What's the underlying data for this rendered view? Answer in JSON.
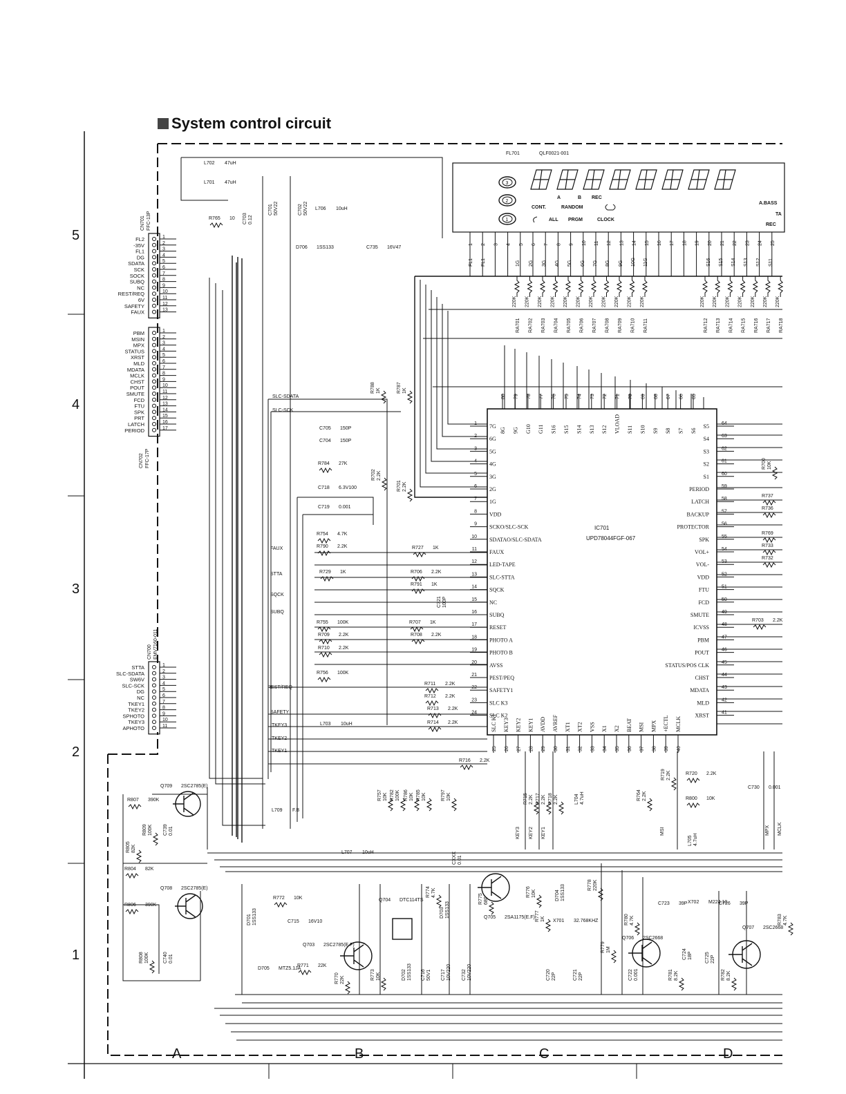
{
  "title": "System control circuit",
  "row_labels": [
    "5",
    "4",
    "3",
    "2",
    "1"
  ],
  "col_labels": [
    "A",
    "B",
    "C",
    "D"
  ],
  "connectors": {
    "cn701": {
      "ref": "CN701",
      "type": "FFC-13P",
      "pins": [
        "FL2",
        "-35V",
        "FL1",
        "DG",
        "SDATA",
        "SCK",
        "SOCK",
        "SUBQ",
        "NC",
        "REST/REQ",
        "6V",
        "SAFETY",
        "FAUX"
      ]
    },
    "cn702": {
      "ref": "CN702",
      "type": "FFC-17P",
      "pins": [
        "PBM",
        "MSIN",
        "MPX",
        "STATUS",
        "XRST",
        "MLD",
        "MDATA",
        "MCLK",
        "CHST",
        "POUT",
        "SMUTE",
        "FCD",
        "FTU",
        "SPK",
        "PRT",
        "LATCH",
        "PERIOD"
      ]
    },
    "cn700": {
      "ref": "CN700",
      "type": "EMV7160-011",
      "pins": [
        "STTA",
        "SLC-SDATA",
        "SW6V",
        "SLC-SCK",
        "DG",
        "NC",
        "TKEY1",
        "TKEY2",
        "SPHOTO",
        "TKEY3",
        "APHOTO"
      ]
    }
  },
  "display": {
    "ref": "FL701",
    "part": "QLF0021-001",
    "symbols": [
      "A",
      "B",
      "REC",
      "CONT.",
      "RANDOM",
      "ALL",
      "PRGM",
      "CLOCK",
      "A.BASS",
      "TA",
      "REC"
    ],
    "pins": [
      "1",
      "2",
      "3",
      "4",
      "5",
      "6",
      "7",
      "8",
      "9",
      "10",
      "11",
      "12",
      "13",
      "14",
      "15",
      "16",
      "17",
      "18",
      "19",
      "20",
      "21",
      "22",
      "23",
      "24",
      "25"
    ],
    "pin_names": [
      "FL1",
      "FL1",
      "1G",
      "2G",
      "3G",
      "4G",
      "5G",
      "6G",
      "7G",
      "8G",
      "9G",
      "10G",
      "11G",
      "S16",
      "S15",
      "S14",
      "S13",
      "S12",
      "S11"
    ],
    "ra": [
      "RA701",
      "RA702",
      "RA703",
      "RA704",
      "RA705",
      "RA706",
      "RA707",
      "RA708",
      "RA709",
      "RA710",
      "RA711",
      "RA712",
      "RA713",
      "RA714",
      "RA715",
      "RA716",
      "RA717",
      "RA718"
    ],
    "ra_value": "220K"
  },
  "ic": {
    "ref": "IC701",
    "part": "UPD78044FGF-067",
    "left_pins": [
      {
        "n": "1",
        "name": "7G"
      },
      {
        "n": "2",
        "name": "6G"
      },
      {
        "n": "3",
        "name": "5G"
      },
      {
        "n": "4",
        "name": "4G"
      },
      {
        "n": "5",
        "name": "3G"
      },
      {
        "n": "6",
        "name": "2G"
      },
      {
        "n": "7",
        "name": "1G"
      },
      {
        "n": "8",
        "name": "VDD"
      },
      {
        "n": "9",
        "name": "SCKO/SLC-SCK"
      },
      {
        "n": "10",
        "name": "SDATAO/SLC-SDATA"
      },
      {
        "n": "11",
        "name": "FAUX"
      },
      {
        "n": "12",
        "name": "LED-TAPE"
      },
      {
        "n": "13",
        "name": "SLC-STTA"
      },
      {
        "n": "14",
        "name": "SQCK"
      },
      {
        "n": "15",
        "name": "NC"
      },
      {
        "n": "16",
        "name": "SUBQ"
      },
      {
        "n": "17",
        "name": "RESET"
      },
      {
        "n": "18",
        "name": "PHOTO A"
      },
      {
        "n": "19",
        "name": "PHOTO B"
      },
      {
        "n": "20",
        "name": "AVSS"
      },
      {
        "n": "21",
        "name": "PEST/PEQ"
      },
      {
        "n": "22",
        "name": "SAFETY1"
      },
      {
        "n": "23",
        "name": "SLC K3"
      },
      {
        "n": "24",
        "name": "SLC K2"
      }
    ],
    "right_pins": [
      {
        "n": "64",
        "name": "S5"
      },
      {
        "n": "63",
        "name": "S4"
      },
      {
        "n": "62",
        "name": "S3"
      },
      {
        "n": "61",
        "name": "S2"
      },
      {
        "n": "60",
        "name": "S1"
      },
      {
        "n": "59",
        "name": "PERIOD"
      },
      {
        "n": "58",
        "name": "LATCH"
      },
      {
        "n": "57",
        "name": "BACKUP"
      },
      {
        "n": "56",
        "name": "PROTECTOR"
      },
      {
        "n": "55",
        "name": "SPK"
      },
      {
        "n": "54",
        "name": "VOL+"
      },
      {
        "n": "53",
        "name": "VOL-"
      },
      {
        "n": "52",
        "name": "VDD"
      },
      {
        "n": "51",
        "name": "FTU"
      },
      {
        "n": "50",
        "name": "FCD"
      },
      {
        "n": "49",
        "name": "SMUTE"
      },
      {
        "n": "48",
        "name": "ICVSS"
      },
      {
        "n": "47",
        "name": "PBM"
      },
      {
        "n": "46",
        "name": "POUT"
      },
      {
        "n": "45",
        "name": "STATUS/POS CLK"
      },
      {
        "n": "44",
        "name": "CHST"
      },
      {
        "n": "43",
        "name": "MDATA"
      },
      {
        "n": "42",
        "name": "MLD"
      },
      {
        "n": "41",
        "name": "XRST"
      }
    ],
    "top_pins": [
      {
        "n": "80",
        "name": "8G"
      },
      {
        "n": "79",
        "name": "9G"
      },
      {
        "n": "78",
        "name": "G10"
      },
      {
        "n": "77",
        "name": "G11"
      },
      {
        "n": "76",
        "name": "S16"
      },
      {
        "n": "75",
        "name": "S15"
      },
      {
        "n": "74",
        "name": "S14"
      },
      {
        "n": "73",
        "name": "S13"
      },
      {
        "n": "72",
        "name": "S12"
      },
      {
        "n": "71",
        "name": "VLOAD"
      },
      {
        "n": "70",
        "name": "S11"
      },
      {
        "n": "69",
        "name": "S10"
      },
      {
        "n": "68",
        "name": "S9"
      },
      {
        "n": "67",
        "name": "S8"
      },
      {
        "n": "66",
        "name": "S7"
      },
      {
        "n": "65",
        "name": "S6"
      }
    ],
    "bottom_pins": [
      {
        "n": "25",
        "name": "SLC K1"
      },
      {
        "n": "26",
        "name": "KEY3"
      },
      {
        "n": "27",
        "name": "KEY2"
      },
      {
        "n": "28",
        "name": "KEY1"
      },
      {
        "n": "29",
        "name": "AVDD"
      },
      {
        "n": "30",
        "name": "AVREF"
      },
      {
        "n": "31",
        "name": "XT1"
      },
      {
        "n": "32",
        "name": "XT2"
      },
      {
        "n": "33",
        "name": "VSS"
      },
      {
        "n": "34",
        "name": "X1"
      },
      {
        "n": "35",
        "name": "X2"
      },
      {
        "n": "36",
        "name": "BEAT"
      },
      {
        "n": "37",
        "name": "MSI"
      },
      {
        "n": "38",
        "name": "MPX"
      },
      {
        "n": "39",
        "name": "+ECTL"
      },
      {
        "n": "40",
        "name": "MCLK"
      }
    ]
  },
  "nets": [
    "SLC-SDATA",
    "SLC-SCK",
    "FAUX",
    "STTA",
    "SQCK",
    "SUBQ",
    "REST/REQ",
    "SAFETY",
    "TKEY3",
    "TKEY2",
    "TKEY1",
    "KEY3",
    "KEY2",
    "KEY1",
    "MSI",
    "MPX",
    "MCLK"
  ],
  "components": [
    {
      "ref": "L702",
      "value": "47uH"
    },
    {
      "ref": "L701",
      "value": "47uH"
    },
    {
      "ref": "C703",
      "value": "0.12"
    },
    {
      "ref": "C701",
      "value": "50V22"
    },
    {
      "ref": "C702",
      "value": "50V22"
    },
    {
      "ref": "L706",
      "value": "10uH"
    },
    {
      "ref": "R765",
      "value": "10"
    },
    {
      "ref": "D706",
      "value": "1SS133"
    },
    {
      "ref": "C735",
      "value": "16V47"
    },
    {
      "ref": "R788",
      "value": "1K"
    },
    {
      "ref": "R787",
      "value": "1K"
    },
    {
      "ref": "C705",
      "value": "150P"
    },
    {
      "ref": "C704",
      "value": "150P"
    },
    {
      "ref": "R784",
      "value": "27K"
    },
    {
      "ref": "R702",
      "value": "2.2K"
    },
    {
      "ref": "R701",
      "value": "2.2K"
    },
    {
      "ref": "C718",
      "value": "6.3V100"
    },
    {
      "ref": "C719",
      "value": "0.001"
    },
    {
      "ref": "R754",
      "value": "4.7K"
    },
    {
      "ref": "R790",
      "value": "2.2K"
    },
    {
      "ref": "R727",
      "value": "1K"
    },
    {
      "ref": "R729",
      "value": "1K"
    },
    {
      "ref": "R706",
      "value": "2.2K"
    },
    {
      "ref": "R791",
      "value": "1K"
    },
    {
      "ref": "C721",
      "value": "100P"
    },
    {
      "ref": "R755",
      "value": "100K"
    },
    {
      "ref": "R707",
      "value": "1K"
    },
    {
      "ref": "R709",
      "value": "2.2K"
    },
    {
      "ref": "R708",
      "value": "2.2K"
    },
    {
      "ref": "R710",
      "value": "2.2K"
    },
    {
      "ref": "R756",
      "value": "100K"
    },
    {
      "ref": "R711",
      "value": "2.2K"
    },
    {
      "ref": "R712",
      "value": "2.2K"
    },
    {
      "ref": "R713",
      "value": "2.2K"
    },
    {
      "ref": "R714",
      "value": "2.2K"
    },
    {
      "ref": "L703",
      "value": "10uH"
    },
    {
      "ref": "R716",
      "value": "2.2K"
    },
    {
      "ref": "R757",
      "value": "10K"
    },
    {
      "ref": "R782",
      "value": "100K"
    },
    {
      "ref": "R786",
      "value": "10K"
    },
    {
      "ref": "R785",
      "value": "10K"
    },
    {
      "ref": "R797",
      "value": "10K"
    },
    {
      "ref": "R715",
      "value": "2.2K"
    },
    {
      "ref": "R717",
      "value": "2.2K"
    },
    {
      "ref": "R718",
      "value": "2.2K"
    },
    {
      "ref": "L704",
      "value": "4.7uH"
    },
    {
      "ref": "R764",
      "value": "2.2K"
    },
    {
      "ref": "R719",
      "value": "2.2K"
    },
    {
      "ref": "R720",
      "value": "2.2K"
    },
    {
      "ref": "R800",
      "value": "10K"
    },
    {
      "ref": "C730",
      "value": "0.001"
    },
    {
      "ref": "L705",
      "value": "4.7uH"
    },
    {
      "ref": "R700",
      "value": "10K"
    },
    {
      "ref": "R737",
      "value": ""
    },
    {
      "ref": "R736",
      "value": ""
    },
    {
      "ref": "R769",
      "value": ""
    },
    {
      "ref": "R733",
      "value": ""
    },
    {
      "ref": "R732",
      "value": ""
    },
    {
      "ref": "R703",
      "value": "2.2K"
    },
    {
      "ref": "Q709",
      "value": "2SC2785(E)"
    },
    {
      "ref": "R807",
      "value": "390K"
    },
    {
      "ref": "R805",
      "value": "82K"
    },
    {
      "ref": "R809",
      "value": "100K"
    },
    {
      "ref": "C739",
      "value": "0.01"
    },
    {
      "ref": "L709",
      "value": "F.B"
    },
    {
      "ref": "R804",
      "value": "82K"
    },
    {
      "ref": "Q708",
      "value": "2SC2785(E)"
    },
    {
      "ref": "R806",
      "value": "390K"
    },
    {
      "ref": "R808",
      "value": "100K"
    },
    {
      "ref": "C740",
      "value": "0.01"
    },
    {
      "ref": "L707",
      "value": "10uH"
    },
    {
      "ref": "CXXX",
      "value": "0.01"
    },
    {
      "ref": "R772",
      "value": "10K"
    },
    {
      "ref": "C715",
      "value": "16V10"
    },
    {
      "ref": "D701",
      "value": "1SS133"
    },
    {
      "ref": "Q703",
      "value": "2SC2785(E.F)"
    },
    {
      "ref": "D705",
      "value": "MTZ5.1JA"
    },
    {
      "ref": "R771",
      "value": "22K"
    },
    {
      "ref": "R770",
      "value": "22K"
    },
    {
      "ref": "R773",
      "value": "10K"
    },
    {
      "ref": "Q704",
      "value": "DTC114TS"
    },
    {
      "ref": "D702",
      "value": "1SS133"
    },
    {
      "ref": "R774",
      "value": "4.7K"
    },
    {
      "ref": "D703",
      "value": "1SS133"
    },
    {
      "ref": "C716",
      "value": "50V1"
    },
    {
      "ref": "C717",
      "value": "10V220"
    },
    {
      "ref": "C732",
      "value": "10V220"
    },
    {
      "ref": "R775",
      "value": "680"
    },
    {
      "ref": "Q705",
      "value": "2SA1175(E.F)"
    },
    {
      "ref": "R776",
      "value": "10K"
    },
    {
      "ref": "D704",
      "value": "1SS133"
    },
    {
      "ref": "R777",
      "value": "1K"
    },
    {
      "ref": "X701",
      "value": "32.768KHZ"
    },
    {
      "ref": "C720",
      "value": "22P"
    },
    {
      "ref": "C721",
      "value": "22P"
    },
    {
      "ref": "R778",
      "value": "220K"
    },
    {
      "ref": "R779",
      "value": "1M"
    },
    {
      "ref": "R780",
      "value": "4.7K"
    },
    {
      "ref": "C723",
      "value": "39P"
    },
    {
      "ref": "X702",
      "value": "M224.10"
    },
    {
      "ref": "C726",
      "value": "39P"
    },
    {
      "ref": "Q706",
      "value": "2SC2668"
    },
    {
      "ref": "Q707",
      "value": "2SC2668"
    },
    {
      "ref": "C722",
      "value": "0.001"
    },
    {
      "ref": "R781",
      "value": "8.2K"
    },
    {
      "ref": "C724",
      "value": "18P"
    },
    {
      "ref": "C725",
      "value": "22P"
    },
    {
      "ref": "R782",
      "value": "8.2K"
    },
    {
      "ref": "R783",
      "value": "4.7K"
    }
  ],
  "colors": {
    "ink": "#111111",
    "bg": "#ffffff"
  }
}
